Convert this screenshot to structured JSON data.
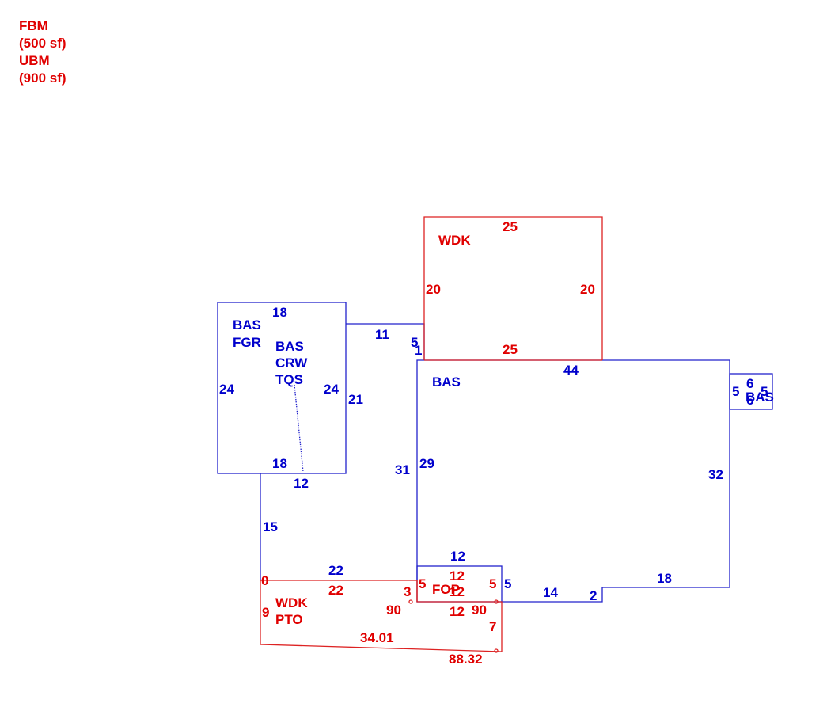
{
  "legend": {
    "line1": "FBM",
    "line2": "(500 sf)",
    "line3": "UBM",
    "line4": "(900 sf)"
  },
  "colors": {
    "blue": "#0000cc",
    "red": "#e00000"
  },
  "labels": {
    "bas_left": "BAS",
    "fgr": "FGR",
    "bas_mid": "BAS",
    "crw": "CRW",
    "tqs": "TQS",
    "bas_main": "BAS",
    "bas_small": "BAS",
    "wdk_top": "WDK",
    "wdk_bottom": "WDK",
    "pto": "PTO",
    "fop": "FOP"
  },
  "dims": {
    "left_top_18": "18",
    "left_left_24": "24",
    "left_right_24": "24",
    "left_bottom_18": "18",
    "mid_11": "11",
    "mid_21": "21",
    "mid_12": "12",
    "mid_15": "15",
    "mid_31": "31",
    "bas_5": "5",
    "bas_1": "1",
    "bas_44": "44",
    "bas_29": "29",
    "bas_32": "32",
    "bas_18": "18",
    "bas_2": "2",
    "bas_14": "14",
    "small_5_left": "5",
    "small_6a": "6",
    "small_6b": "6",
    "small_5_right": "5",
    "wdk_25_top": "25",
    "wdk_20_left": "20",
    "wdk_20_right": "20",
    "wdk_25_bottom": "25",
    "blue_22": "22",
    "blue_12_top": "12",
    "blue_5_right": "5",
    "red_0": "0",
    "red_22": "22",
    "red_9": "9",
    "red_3": "3",
    "red_90_left": "90",
    "red_5_left": "5",
    "red_12_a": "12",
    "red_12_b": "12",
    "red_12_c": "12",
    "red_5_right": "5",
    "red_90_right": "90",
    "red_7": "7",
    "red_34_01": "34.01",
    "red_88_32": "88.32"
  }
}
